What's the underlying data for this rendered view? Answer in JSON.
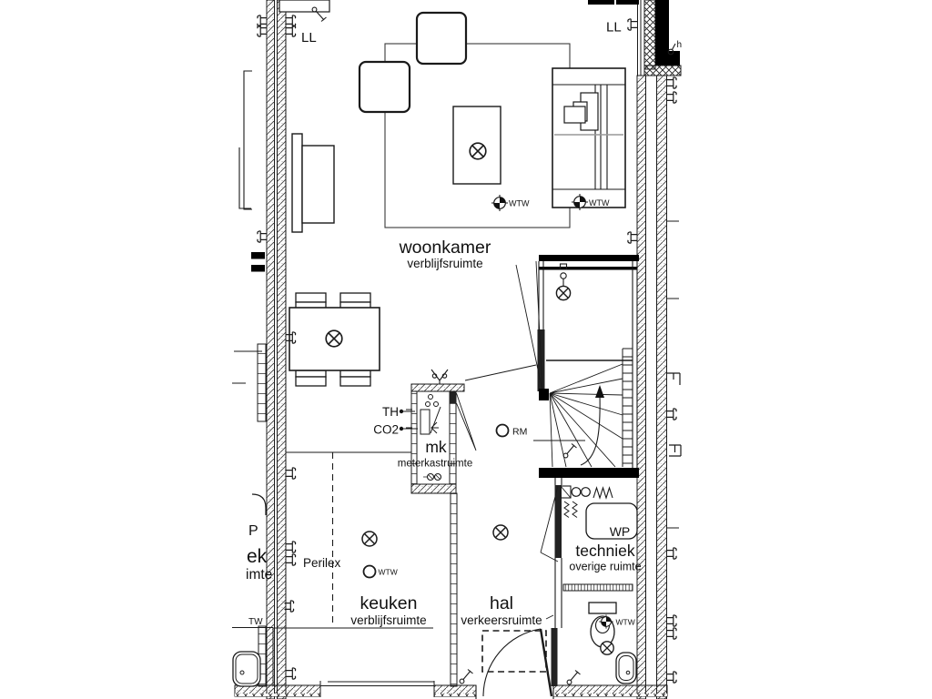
{
  "rooms": {
    "woonkamer": {
      "name": "woonkamer",
      "type": "verblijfsruimte"
    },
    "keuken": {
      "name": "keuken",
      "type": "verblijfsruimte"
    },
    "hal": {
      "name": "hal",
      "type": "verkeersruimte"
    },
    "techniek": {
      "name": "techniek",
      "type": "overige ruimte"
    },
    "meterkast": {
      "name": "mk",
      "type": "meterkastruimte"
    }
  },
  "labels": {
    "ll": "LL",
    "th": "TH",
    "co2": "CO2",
    "rm": "RM",
    "wtw": "WTW",
    "perilex": "Perilex",
    "wp": "WP",
    "h": "h"
  },
  "neighbor": {
    "p": "P",
    "ek": "ek",
    "imte": "imte",
    "tw": "TW"
  },
  "symbols": {
    "lamp": "ceiling-light-point",
    "wtw_valve": "mechanical-ventilation-valve",
    "rm": "smoke-detector",
    "socket": "wall-socket",
    "switch": "light-switch"
  },
  "colors": {
    "line": "#1a1a1a",
    "wall_black": "#000000",
    "background": "#ffffff",
    "grey_accent": "#999999"
  }
}
